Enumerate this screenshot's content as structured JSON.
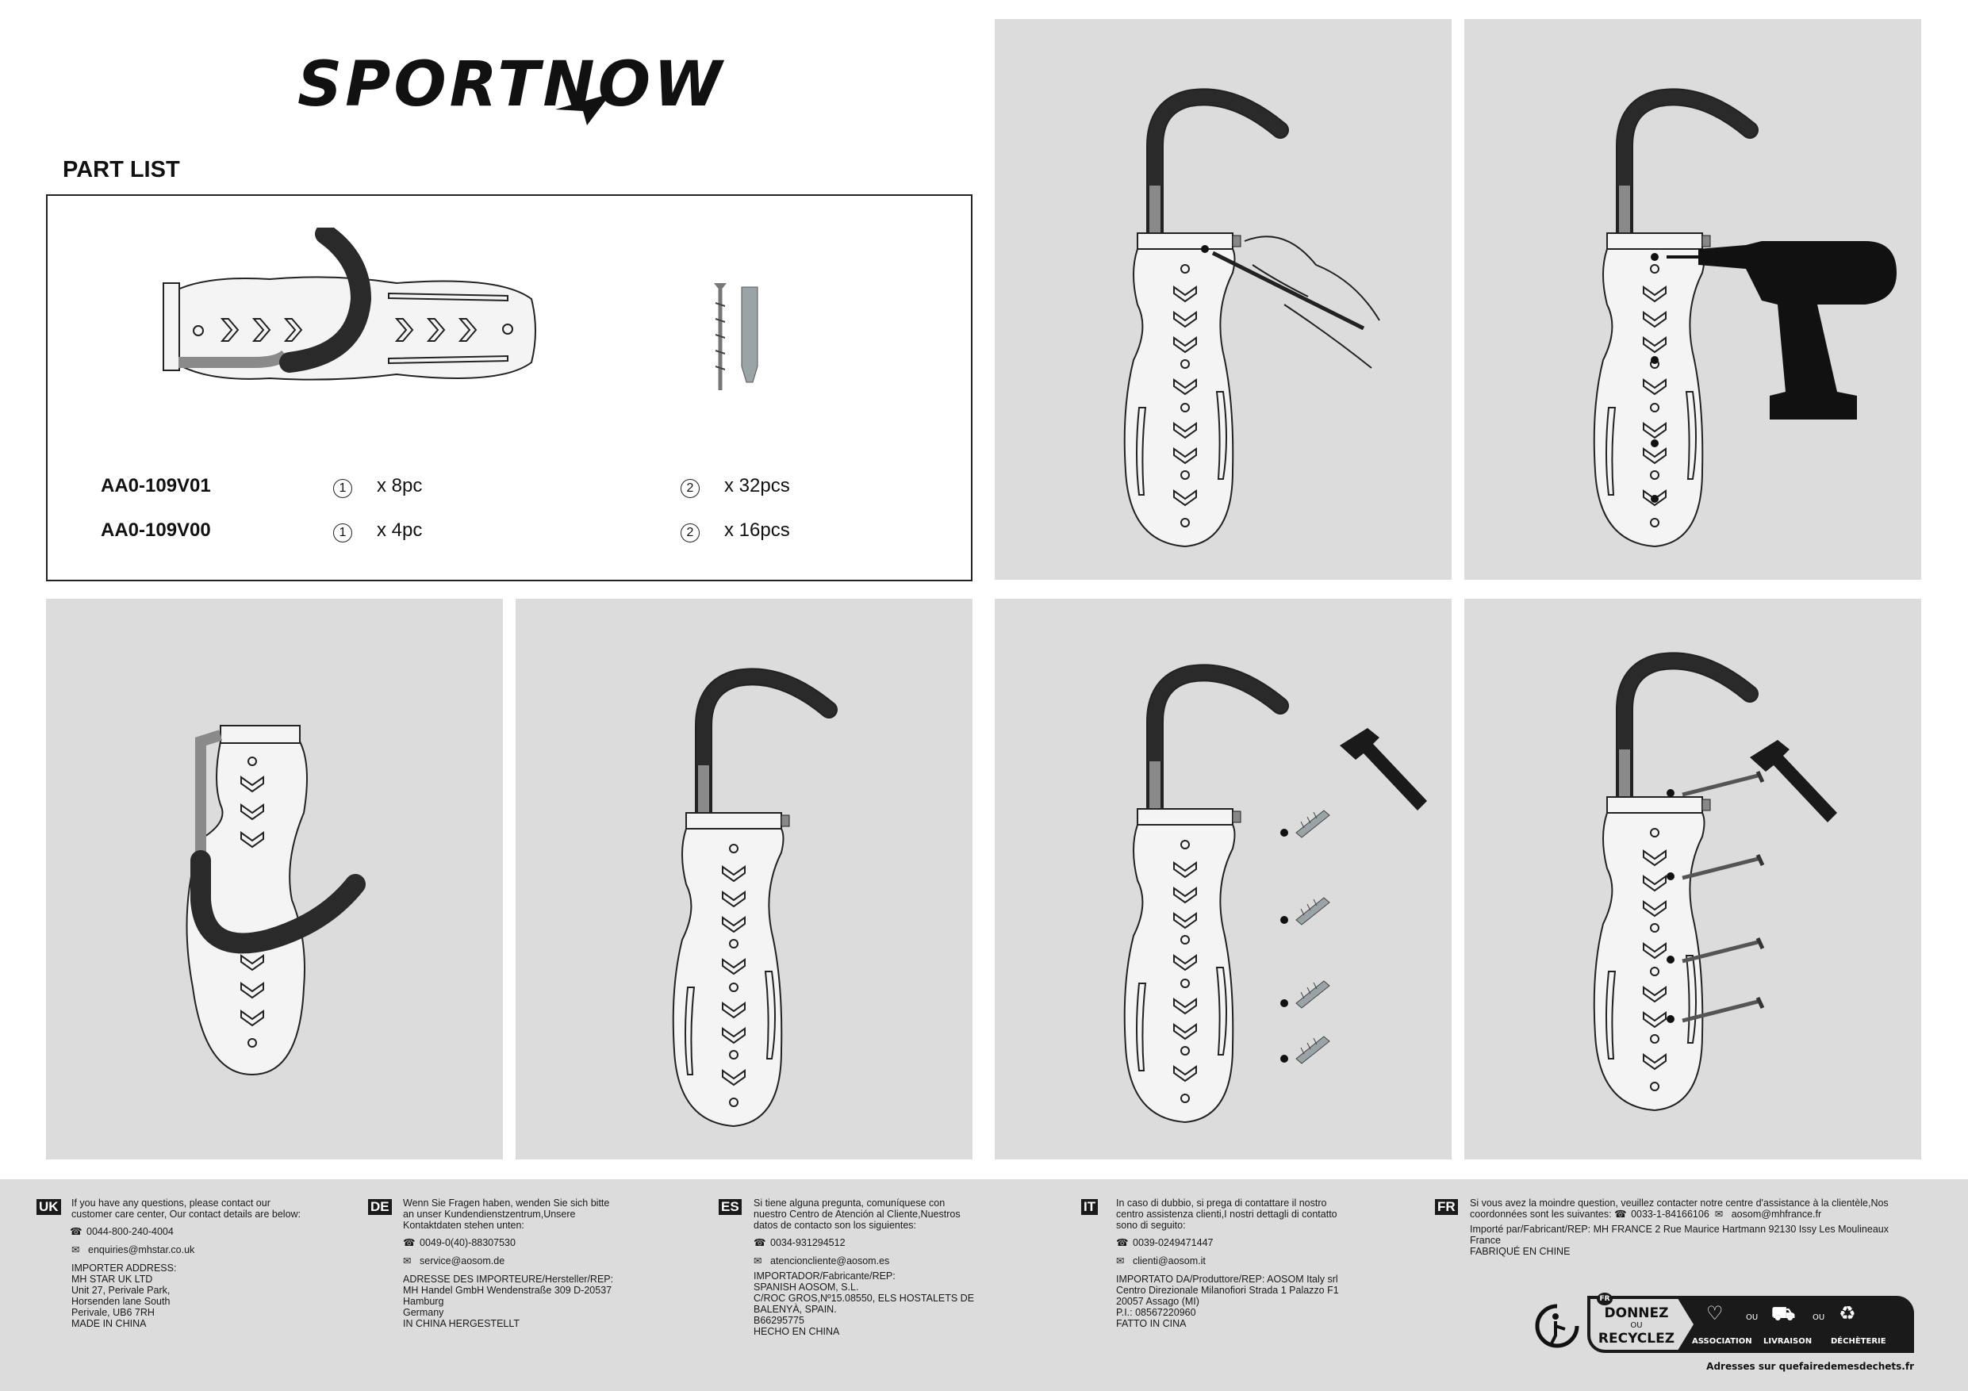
{
  "logo": "SPORTNOW",
  "part_list": {
    "title": "PART LIST",
    "rows": [
      {
        "code": "AA0-109V01",
        "part1_num": "1",
        "part1_qty": "x 8pc",
        "part2_num": "2",
        "part2_qty": "x 32pcs"
      },
      {
        "code": "AA0-109V00",
        "part1_num": "1",
        "part1_qty": "x 4pc",
        "part2_num": "2",
        "part2_qty": "x 16pcs"
      }
    ]
  },
  "colors": {
    "panel": "#dcdcdc",
    "foam": "#2a2a2a",
    "rod": "#8a8a8a"
  },
  "footer": {
    "uk": {
      "badge": "UK",
      "intro": [
        "If you have any questions, please contact our",
        "customer care center, Our contact details are below:"
      ],
      "phone": "0044-800-240-4004",
      "email": "enquiries@mhstar.co.uk",
      "address": [
        "IMPORTER ADDRESS:",
        "MH STAR UK LTD",
        "Unit 27, Perivale Park,",
        "Horsenden lane South",
        "Perivale, UB6 7RH",
        "MADE IN CHINA"
      ]
    },
    "de": {
      "badge": "DE",
      "intro": [
        "Wenn Sie Fragen haben, wenden Sie sich bitte",
        "an unser Kundendienstzentrum,Unsere",
        "Kontaktdaten stehen unten:"
      ],
      "phone": "0049-0(40)-88307530",
      "email": "service@aosom.de",
      "address": [
        "ADRESSE DES IMPORTEURE/Hersteller/REP:",
        "MH Handel GmbH Wendenstraße 309 D-20537",
        "Hamburg",
        "Germany",
        "IN CHINA HERGESTELLT"
      ]
    },
    "es": {
      "badge": "ES",
      "intro": [
        "Si tiene alguna pregunta, comuníquese con",
        "nuestro Centro de Atención al Cliente,Nuestros",
        "datos de contacto son los siguientes:"
      ],
      "phone": "0034-931294512",
      "email": "atencioncliente@aosom.es",
      "address": [
        "IMPORTADOR/Fabricante/REP:",
        "SPANISH AOSOM, S.L.",
        "C/ROC GROS,Nº15.08550, ELS HOSTALETS DE",
        "BALENYÀ, SPAIN.",
        "B66295775",
        "HECHO EN CHINA"
      ]
    },
    "it": {
      "badge": "IT",
      "intro": [
        "In caso di dubbio, si prega di contattare il nostro",
        "centro assistenza clienti,I nostri dettagli di contatto",
        "sono di seguito:"
      ],
      "phone": "0039-0249471447",
      "email": "clienti@aosom.it",
      "address": [
        "IMPORTATO DA/Produttore/REP: AOSOM Italy srl",
        "Centro Direzionale Milanofiori Strada 1 Palazzo F1",
        "20057 Assago (MI)",
        "P.I.: 08567220960",
        "FATTO IN CINA"
      ]
    },
    "fr": {
      "badge": "FR",
      "intro": [
        "Si vous avez la moindre question, veuillez contacter notre centre d'assistance à la clientèle,Nos",
        "coordonnées sont les suivantes:"
      ],
      "phone": "0033-1-84166106",
      "email": "aosom@mhfrance.fr",
      "address": [
        "Importé par/Fabricant/REP: MH FRANCE 2 Rue Maurice Hartmann 92130 Issy Les Moulineaux",
        "France",
        "FABRIQUÉ EN CHINE"
      ]
    },
    "triman": {
      "tag": "FR",
      "donnez": "DONNEZ",
      "ou": "OU",
      "recyclez": "RECYCLEZ",
      "options": [
        "ASSOCIATION",
        "LIVRAISON",
        "DÉCHÈTERIE"
      ],
      "url": "Adresses sur quefairedemesdechets.fr"
    }
  }
}
